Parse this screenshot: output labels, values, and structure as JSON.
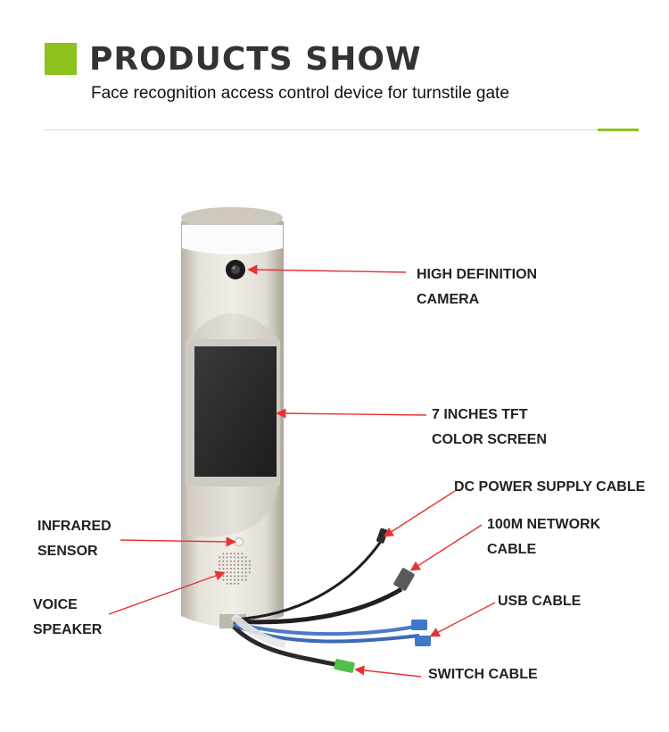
{
  "header": {
    "title": "PRODUCTS SHOW",
    "subtitle": "Face recognition access control device for turnstile gate"
  },
  "colors": {
    "accent": "#8dc21f",
    "arrow": "#e53333",
    "device_body": "#e2ddd6",
    "screen": "#2a2a2a"
  },
  "callouts": {
    "camera": [
      "HIGH DEFINITION",
      "CAMERA"
    ],
    "screen": [
      "7 INCHES TFT",
      "COLOR SCREEN"
    ],
    "dc_power": [
      "DC POWER SUPPLY CABLE"
    ],
    "network": [
      "100M NETWORK",
      "CABLE"
    ],
    "usb": [
      "USB CABLE"
    ],
    "switch": [
      "SWITCH CABLE"
    ],
    "infrared": [
      "INFRARED",
      "SENSOR"
    ],
    "speaker": [
      "VOICE",
      "SPEAKER"
    ]
  }
}
